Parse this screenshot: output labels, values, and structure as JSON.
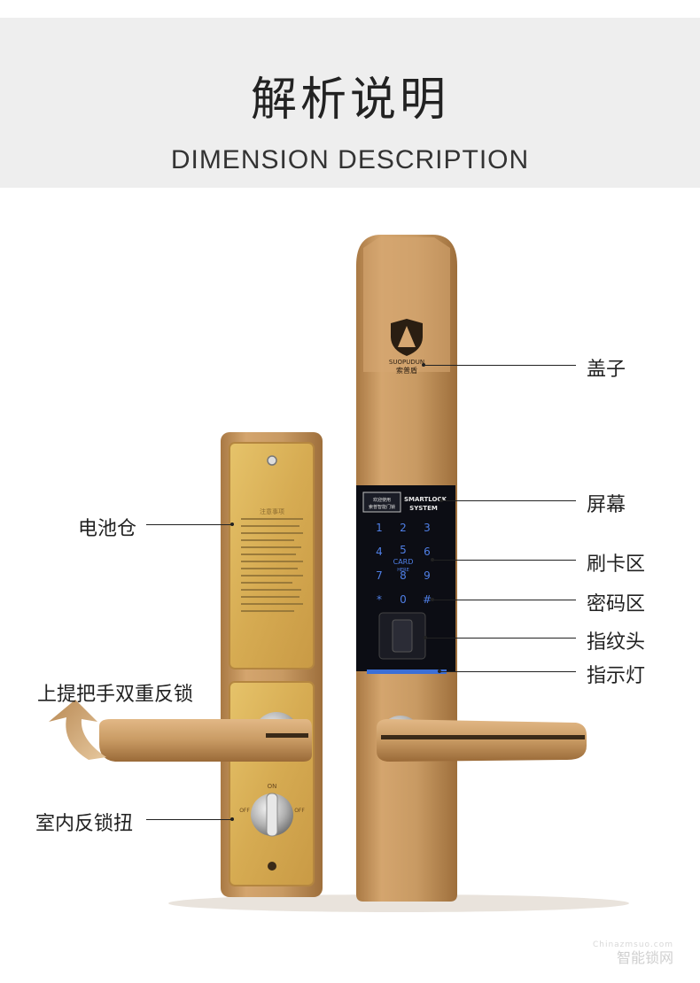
{
  "header": {
    "title": "解析说明",
    "subtitle": "DIMENSION DESCRIPTION"
  },
  "lock": {
    "brand_en": "SUOPUDUN",
    "brand_cn": "索普盾",
    "screen_line1": "欢迎使用",
    "screen_line2": "索普智能门锁",
    "system_line1": "SMARTLOCK",
    "system_line2": "SYSTEM",
    "card_text1": "CARD",
    "card_text2": "HERE",
    "keys": [
      "1",
      "2",
      "3",
      "4",
      "5",
      "6",
      "7",
      "8",
      "9",
      "*",
      "0",
      "#"
    ],
    "knob_on": "ON",
    "knob_off_left": "OFF",
    "knob_off_right": "OFF",
    "notice_title": "注意事项"
  },
  "labels": {
    "cover": "盖子",
    "screen": "屏幕",
    "card_area": "刷卡区",
    "keypad_area": "密码区",
    "fingerprint": "指纹头",
    "indicator": "指示灯",
    "battery": "电池仓",
    "handle_lift": "上提把手双重反锁",
    "knob": "室内反锁扭"
  },
  "colors": {
    "gold": "#c89a63",
    "gold_dark": "#a87a45",
    "gold_light": "#e8c79a",
    "panel": "#d9b15a",
    "keypad_bg": "#0c0d14",
    "accent_blue": "#3c6fd6",
    "arrow": "#c89a63"
  },
  "watermark": {
    "top": "Chinazmsuo.com",
    "main": "智能锁网"
  }
}
